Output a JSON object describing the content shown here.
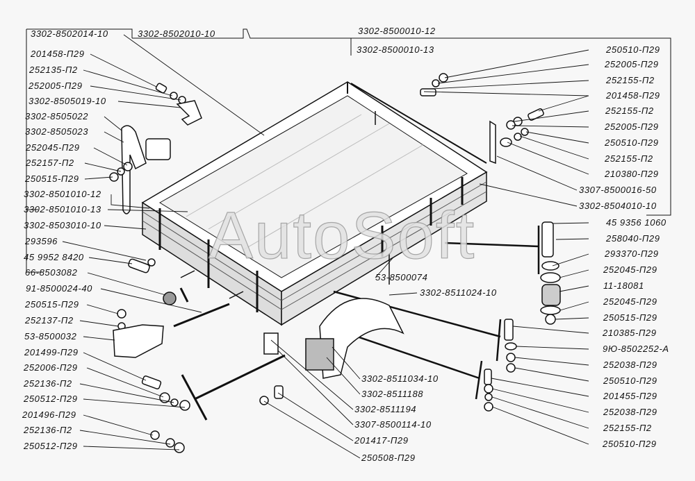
{
  "watermark": "AutoSoft",
  "top": {
    "a": "3302-8502014-10",
    "b": "3302-8502010-10",
    "c": "3302-8500010-12",
    "d": "3302-8500010-13"
  },
  "left": [
    "201458-П29",
    "252135-П2",
    "252005-П29",
    "3302-8505019-10",
    "3302-8505022",
    "3302-8505023",
    "252045-П29",
    "252157-П2",
    "250515-П29",
    "3302-8501010-12",
    "3302-8501010-13",
    "3302-8503010-10",
    "293596",
    "45 9952 8420",
    "66-8503082",
    "91-8500024-40",
    "250515-П29",
    "252137-П2",
    "53-8500032",
    "201499-П29",
    "252006-П29",
    "252136-П2",
    "250512-П29",
    "201496-П29",
    "252136-П2",
    "250512-П29"
  ],
  "right": [
    "250510-П29",
    "252005-П29",
    "252155-П2",
    "201458-П29",
    "252155-П2",
    "252005-П29",
    "250510-П29",
    "252155-П2",
    "210380-П29",
    "3307-8500016-50",
    "3302-8504010-10",
    "45 9356 1060",
    "258040-П29",
    "293370-П29",
    "252045-П29",
    "11-18081",
    "252045-П29",
    "250515-П29",
    "210385-П29",
    "9Ю-8502252-А",
    "252038-П29",
    "250510-П29",
    "201455-П29",
    "252038-П29",
    "252155-П2",
    "250510-П29"
  ],
  "middle": [
    "53-8500074",
    "3302-8511024-10",
    "3302-8511034-10",
    "3302-8511188",
    "3302-8511194",
    "3307-8500114-10",
    "201417-П29",
    "250508-П29"
  ]
}
